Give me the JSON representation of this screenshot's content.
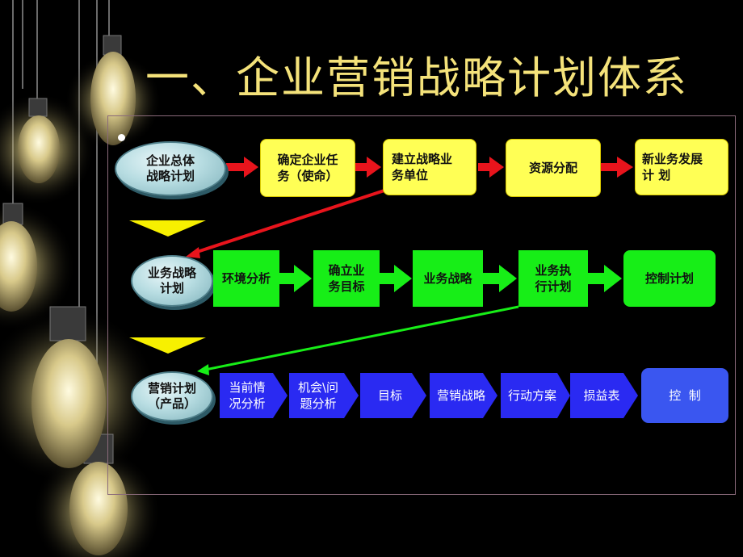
{
  "slide": {
    "title": "一、企业营销战略计划体系",
    "level1": {
      "label_line1": "企业总体",
      "label_line2": "战略计划",
      "steps": [
        {
          "line1": "确定企业任",
          "line2": "务（使命）"
        },
        {
          "line1": "建立战略业",
          "line2": "务单位"
        },
        {
          "line1": "资源分配",
          "line2": ""
        },
        {
          "line1": "新业务发展",
          "line2": "计 划"
        }
      ]
    },
    "level2": {
      "label_line1": "业务战略",
      "label_line2": "计划",
      "steps": [
        {
          "line1": "环境分析",
          "line2": ""
        },
        {
          "line1": "确立业",
          "line2": "务目标"
        },
        {
          "line1": "业务战略",
          "line2": ""
        },
        {
          "line1": "业务执",
          "line2": "行计划"
        },
        {
          "line1": "控制计划",
          "line2": ""
        }
      ]
    },
    "level3": {
      "label_line1": "营销计划",
      "label_line2": "（产品）",
      "steps": [
        {
          "line1": "当前情",
          "line2": "况分析"
        },
        {
          "line1": "机会\\问",
          "line2": "题分析"
        },
        {
          "line1": "目标",
          "line2": ""
        },
        {
          "line1": "营销战略",
          "line2": ""
        },
        {
          "line1": "行动方案",
          "line2": ""
        },
        {
          "line1": "损益表",
          "line2": ""
        },
        {
          "line1": "控  制",
          "line2": ""
        }
      ]
    },
    "colors": {
      "title": "#f4e27a",
      "level1_box": "#ffff55",
      "level1_arrow": "#e8141c",
      "level2_box": "#17ee17",
      "level3_box": "#2a2af2",
      "connector_red": "#e8141c",
      "connector_green": "#17ee17",
      "down_chevron": "#f7f000"
    }
  }
}
